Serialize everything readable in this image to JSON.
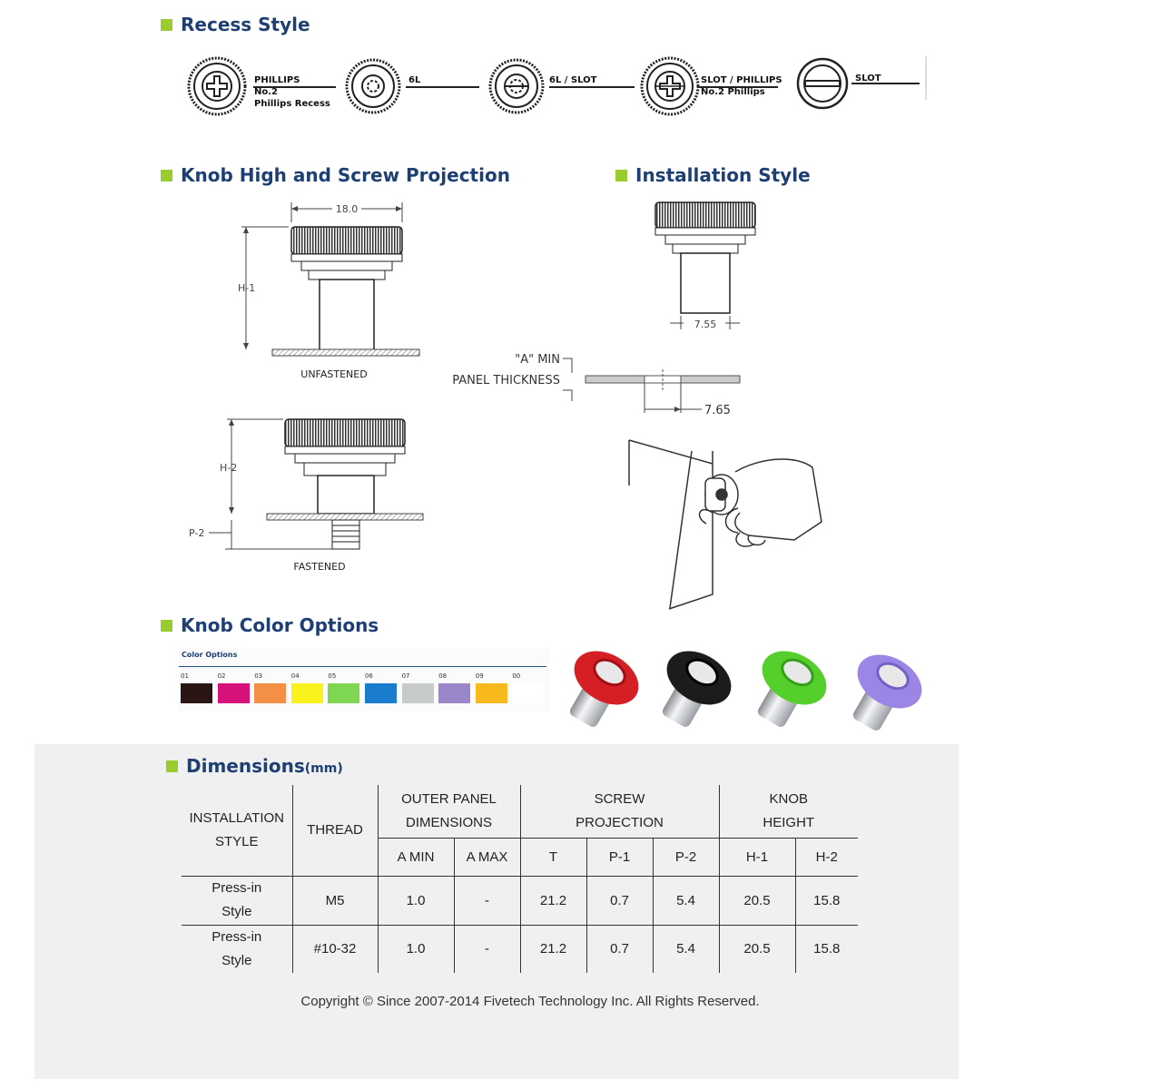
{
  "sections": {
    "recess": "Recess Style",
    "knob_high": "Knob High and Screw Projection",
    "installation": "Installation Style",
    "color": "Knob Color Options",
    "dimensions": "Dimensions",
    "dimensions_unit": "(mm)"
  },
  "recess_styles": [
    {
      "label": "PHILLIPS",
      "sub1": "No.2",
      "sub2": "Phillips Recess",
      "icon": "phillips-recess-icon"
    },
    {
      "label": "6L",
      "icon": "six-lobe-recess-icon"
    },
    {
      "label": "6L / SLOT",
      "icon": "six-lobe-slot-recess-icon"
    },
    {
      "label": "SLOT / PHILLIPS",
      "sub1": "No.2 Phillips",
      "icon": "slot-phillips-recess-icon"
    },
    {
      "label": "SLOT",
      "icon": "slot-recess-icon"
    }
  ],
  "drawing": {
    "width_dim": "18.0",
    "h1": "H-1",
    "h2": "H-2",
    "p2": "P-2",
    "unfastened": "UNFASTENED",
    "fastened": "FASTENED",
    "install_dim": "7.55",
    "a_min": "\"A\" MIN",
    "panel_thickness": "PANEL THICKNESS",
    "hole_dim": "7.65"
  },
  "color_options": {
    "title": "Color Options",
    "swatches": [
      {
        "num": "01",
        "color": "#2a1414"
      },
      {
        "num": "02",
        "color": "#d6127a"
      },
      {
        "num": "03",
        "color": "#f39046"
      },
      {
        "num": "04",
        "color": "#f9f21c"
      },
      {
        "num": "05",
        "color": "#7fd650"
      },
      {
        "num": "06",
        "color": "#1a7ccc"
      },
      {
        "num": "07",
        "color": "#c7ccc8"
      },
      {
        "num": "08",
        "color": "#9a86c8"
      },
      {
        "num": "09",
        "color": "#f7b91b"
      },
      {
        "num": "00",
        "color": "#ffffff"
      }
    ],
    "knob_colors": [
      "#d51f24",
      "#1c1c1c",
      "#55cf2c",
      "#9b86e6"
    ]
  },
  "table": {
    "headers": {
      "installation_style": [
        "INSTALLATION",
        "STYLE"
      ],
      "thread": "THREAD",
      "outer_panel": [
        "OUTER PANEL",
        "DIMENSIONS"
      ],
      "screw_projection": [
        "SCREW",
        "PROJECTION"
      ],
      "knob_height": [
        "KNOB",
        "HEIGHT"
      ],
      "sub": [
        "A MIN",
        "A MAX",
        "T",
        "P-1",
        "P-2",
        "H-1",
        "H-2"
      ]
    },
    "rows": [
      {
        "style": [
          "Press-in",
          "Style"
        ],
        "thread": "M5",
        "a_min": "1.0",
        "a_max": "-",
        "t": "21.2",
        "p1": "0.7",
        "p2": "5.4",
        "h1": "20.5",
        "h2": "15.8"
      },
      {
        "style": [
          "Press-in",
          "Style"
        ],
        "thread": "#10-32",
        "a_min": "1.0",
        "a_max": "-",
        "t": "21.2",
        "p1": "0.7",
        "p2": "5.4",
        "h1": "20.5",
        "h2": "15.8"
      }
    ]
  },
  "copyright": "Copyright © Since 2007-2014 Fivetech Technology Inc. All Rights Reserved."
}
